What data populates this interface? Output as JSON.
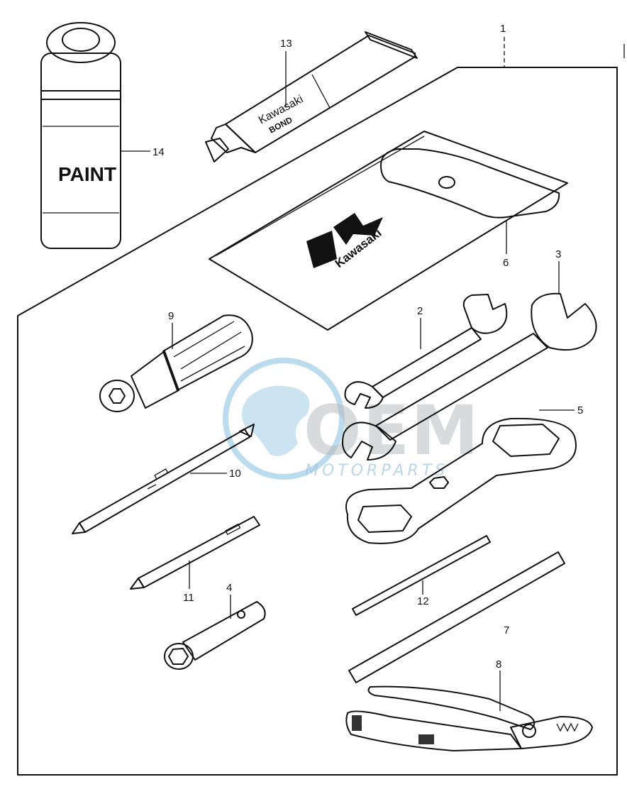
{
  "parts": {
    "p1": {
      "label": "1"
    },
    "p2": {
      "label": "2"
    },
    "p3": {
      "label": "3"
    },
    "p4": {
      "label": "4"
    },
    "p5": {
      "label": "5"
    },
    "p6": {
      "label": "6"
    },
    "p7": {
      "label": "7"
    },
    "p8": {
      "label": "8"
    },
    "p9": {
      "label": "9"
    },
    "p10": {
      "label": "10"
    },
    "p11": {
      "label": "11"
    },
    "p12": {
      "label": "12"
    },
    "p13": {
      "label": "13"
    },
    "p14": {
      "label": "14"
    }
  },
  "product_text": {
    "paint_can": "PAINT",
    "bond_brand": "Kawasaki",
    "bond_name": "BOND",
    "pouch_brand": "Kawasaki"
  },
  "watermark": {
    "brand": "OEM",
    "sub": "MOTORPARTS",
    "globe_color": "#8ec3e3",
    "text_color": "#b9bcbf"
  }
}
